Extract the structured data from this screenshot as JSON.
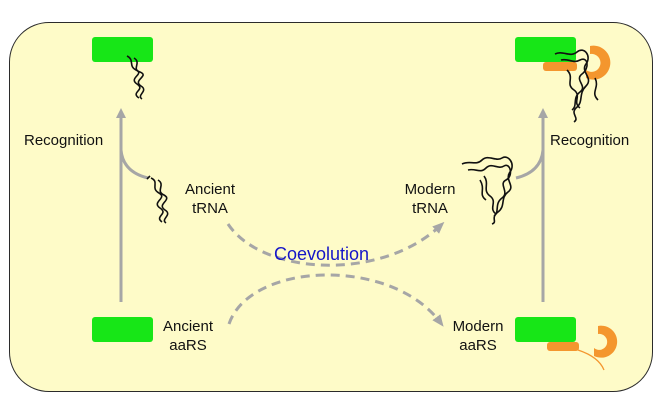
{
  "colors": {
    "panel_fill": "#fefbc8",
    "panel_border": "#2b2b2b",
    "enzyme_green": "#17e617",
    "anticodon_orange": "#f4962e",
    "arrow_gray": "#a6a6a6",
    "dashed_gray": "#a6a6a6",
    "coevolution_text": "#1515c8"
  },
  "labels": {
    "recognition_left": "Recognition",
    "recognition_right": "Recognition",
    "ancient_trna_line1": "Ancient",
    "ancient_trna_line2": "tRNA",
    "modern_trna_line1": "Modern",
    "modern_trna_line2": "tRNA",
    "ancient_aars_line1": "Ancient",
    "ancient_aars_line2": "aaRS",
    "modern_aars_line1": "Modern",
    "modern_aars_line2": "aaRS",
    "coevolution": "Coevolution"
  }
}
